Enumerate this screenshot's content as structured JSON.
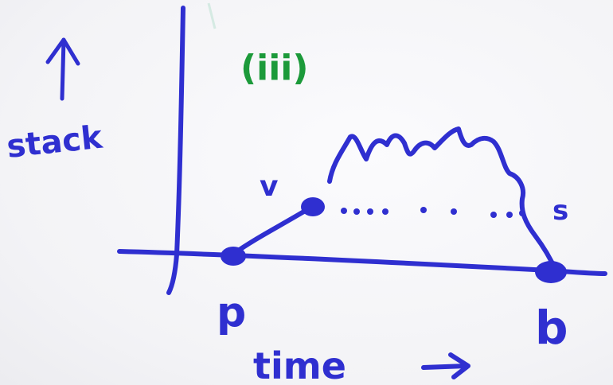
{
  "figure": {
    "panel_label": "(iii)",
    "y_axis_label": "stack",
    "x_axis_label": "time",
    "point_labels": {
      "start": "p",
      "end": "b",
      "left_rise": "v",
      "right_drop": "s"
    }
  },
  "colors": {
    "ink": "#2f2fd0",
    "panel_label": "#1c9a3a",
    "board": "#f6f6f8"
  }
}
